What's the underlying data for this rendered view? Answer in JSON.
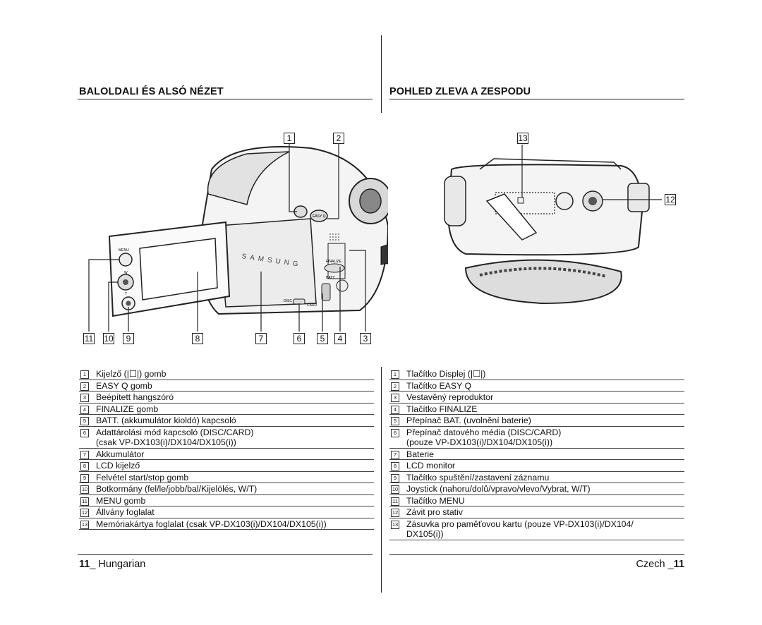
{
  "left": {
    "heading": "BALOLDALI ÉS ALSÓ NÉZET",
    "items": [
      {
        "n": "1",
        "text": "Kijelző (|☐|) gomb"
      },
      {
        "n": "2",
        "text": "EASY Q gomb"
      },
      {
        "n": "3",
        "text": "Beépített hangszóró"
      },
      {
        "n": "4",
        "text": "FINALIZE  gomb"
      },
      {
        "n": "5",
        "text": "BATT. (akkumulátor kioldó) kapcsoló"
      },
      {
        "n": "6",
        "text": "Adattárolási mód kapcsoló (DISC/CARD)",
        "sub": "(csak VP-DX103(i)/DX104/DX105(i))"
      },
      {
        "n": "7",
        "text": "Akkumulátor"
      },
      {
        "n": "8",
        "text": "LCD kijelző"
      },
      {
        "n": "9",
        "text": "Felvétel start/stop gomb"
      },
      {
        "n": "10",
        "text": "Botkormány (fel/le/jobb/bal/Kijelölés, W/T)"
      },
      {
        "n": "11",
        "text": "MENU gomb"
      },
      {
        "n": "12",
        "text": "Állvány foglalat"
      },
      {
        "n": "13",
        "text": "Memóriakártya foglalat (csak VP-DX103(i)/DX104/DX105(i))"
      }
    ],
    "footer_num": "11",
    "footer_lang": "_ Hungarian"
  },
  "right": {
    "heading": "POHLED ZLEVA A ZESPODU",
    "items": [
      {
        "n": "1",
        "text": "Tlačítko Displej (|☐|)"
      },
      {
        "n": "2",
        "text": "Tlačítko EASY Q"
      },
      {
        "n": "3",
        "text": "Vestavěný reproduktor"
      },
      {
        "n": "4",
        "text": "Tlačítko FINALIZE"
      },
      {
        "n": "5",
        "text": "Přepínač BAT. (uvolnění baterie)"
      },
      {
        "n": "6",
        "text": "Přepínač datového média (DISC/CARD)",
        "sub": "(pouze VP-DX103(i)/DX104/DX105(i))"
      },
      {
        "n": "7",
        "text": "Baterie"
      },
      {
        "n": "8",
        "text": "LCD monitor"
      },
      {
        "n": "9",
        "text": "Tlačítko spuštění/zastavení záznamu"
      },
      {
        "n": "10",
        "text": "Joystick (nahoru/dolů/vpravo/vlevo/Vybrat, W/T)"
      },
      {
        "n": "11",
        "text": "Tlačítko MENU"
      },
      {
        "n": "12",
        "text": "Závit pro stativ"
      },
      {
        "n": "13",
        "text": "Zásuvka pro paměťovou kartu (pouze VP-DX103(i)/DX104/",
        "sub": "DX105(i))"
      }
    ],
    "footer_lang": "Czech _",
    "footer_num": "11"
  },
  "diagram": {
    "camera_brand": "SAMSUNG",
    "labels": {
      "menu": "MENU",
      "w": "W",
      "t": "T",
      "finalize": "FINALIZE",
      "batt": "BATT.",
      "disc": "DISC",
      "card": "CARD",
      "easy": "EASY Q"
    },
    "callouts": {
      "c1": "1",
      "c2": "2",
      "c3": "3",
      "c4": "4",
      "c5": "5",
      "c6": "6",
      "c7": "7",
      "c8": "8",
      "c9": "9",
      "c10": "10",
      "c11": "11",
      "c12": "12",
      "c13": "13"
    }
  }
}
